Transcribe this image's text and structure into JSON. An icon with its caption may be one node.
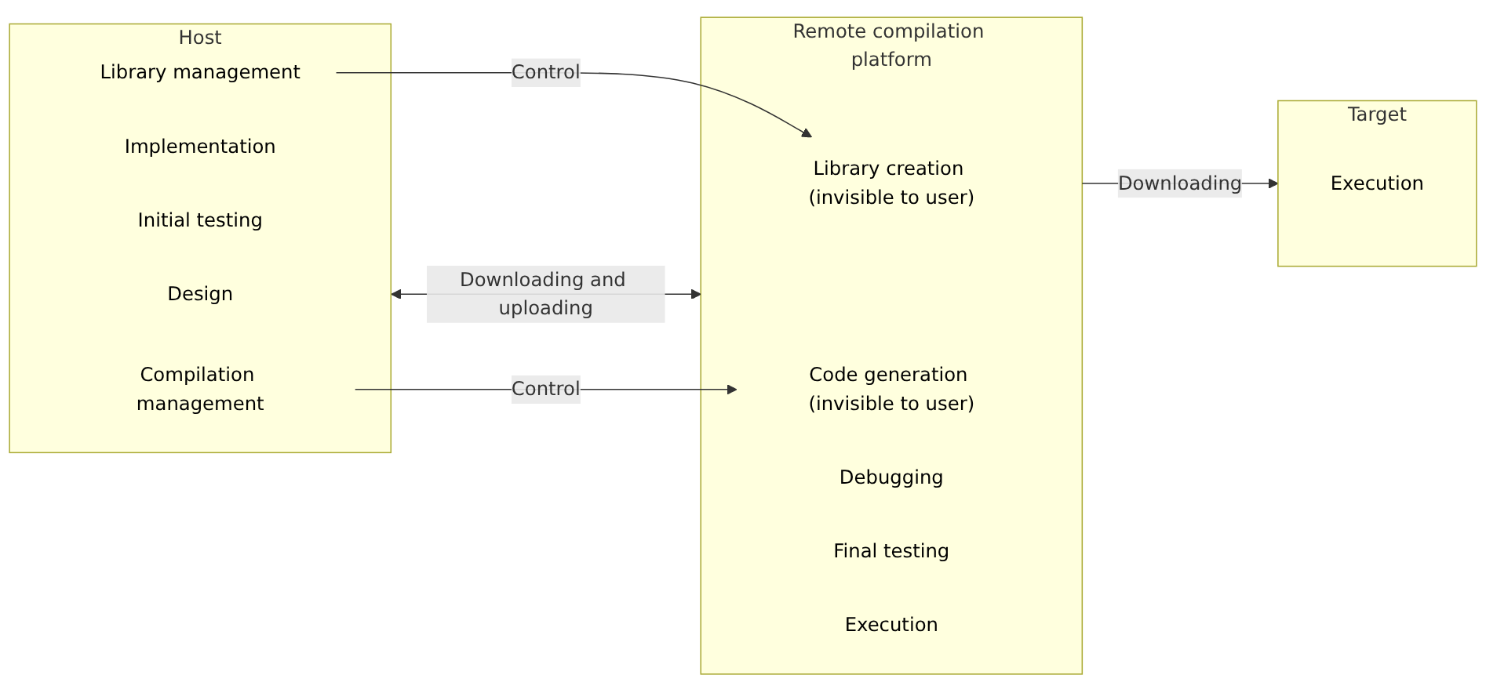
{
  "diagram": {
    "nodes": [
      {
        "text": [
          "Host"
        ]
      },
      {
        "text": [
          "Design"
        ],
        "in": 0
      },
      {
        "text": [
          "Implementation"
        ],
        "in": 0
      },
      {
        "text": [
          "Initial testing"
        ],
        "in": 0
      },
      {
        "text": [
          "Library management"
        ],
        "in": 0
      },
      {
        "text": [
          "Compilation management"
        ],
        "in": 0
      },
      {
        "text": [
          "Remote compilation platform"
        ]
      },
      {
        "text": [
          "Library creation (invisible to user)"
        ],
        "in": 6
      },
      {
        "text": [
          "Code generation (invisible to user)"
        ],
        "in": 6
      },
      {
        "text": [
          "Debugging"
        ],
        "in": 6
      },
      {
        "text": [
          "Final testing"
        ],
        "in": 6
      },
      {
        "text": [
          "Execution"
        ],
        "in": 6
      },
      {
        "text": [
          "Target"
        ]
      },
      {
        "text": [
          "Execution"
        ],
        "in": 12
      }
    ],
    "edges": [
      {
        "from": 4,
        "to": 7,
        "arrow": "to",
        "label": "Control"
      },
      {
        "from": 5,
        "to": 8,
        "arrow": "to",
        "label": "Control"
      },
      {
        "from": 0,
        "to": 6,
        "arrow": "both",
        "label": "Downloading and uploading"
      },
      {
        "from": 6,
        "to": 12,
        "arrow": "to",
        "label": "Downloading"
      }
    ]
  }
}
